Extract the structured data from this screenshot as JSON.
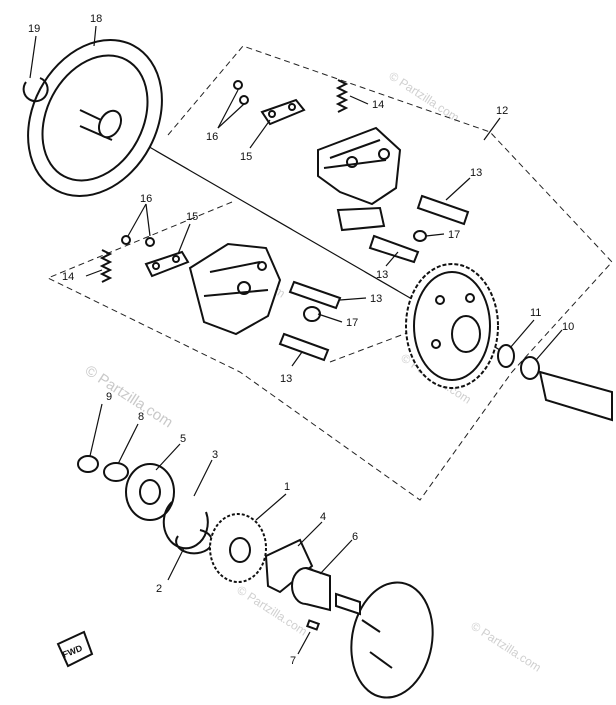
{
  "diagram": {
    "callouts": [
      "19",
      "18",
      "12",
      "14",
      "16",
      "15",
      "13",
      "17",
      "13",
      "16",
      "15",
      "14",
      "13",
      "17",
      "13",
      "11",
      "10",
      "9",
      "8",
      "5",
      "3",
      "1",
      "4",
      "6",
      "2",
      "7"
    ],
    "fwd_label": "FWD"
  },
  "watermarks": {
    "main": "© Partzilla.com",
    "repeat": "© Partzilla.com"
  }
}
